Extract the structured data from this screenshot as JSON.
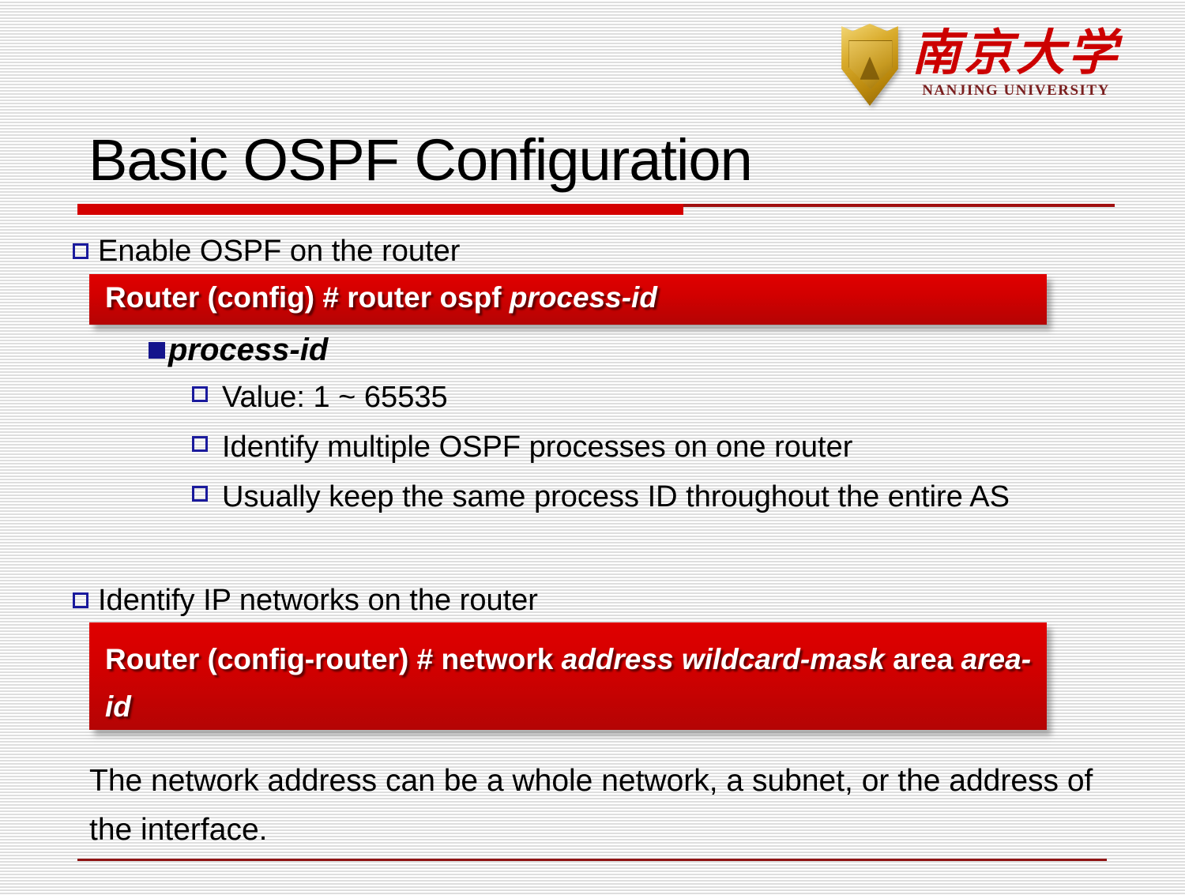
{
  "slide": {
    "title": "Basic OSPF Configuration",
    "accent_red": "#d40000",
    "bullet_blue": "#14148c"
  },
  "logo": {
    "crest_name": "nanjing-university-crest",
    "chinese_name": "南京大学",
    "english_name": "NANJING  UNIVERSITY"
  },
  "content": {
    "bullet1": "Enable OSPF on the router",
    "command1": {
      "prefix": "Router (config) # router ospf",
      "param": "process-id"
    },
    "subbullet1": "process-id",
    "subitems": [
      "Value: 1 ~ 65535",
      "Identify multiple OSPF processes on one router",
      "Usually keep the same process ID throughout the entire AS"
    ],
    "bullet2": "Identify IP networks on the router",
    "command2": {
      "part1": "Router (config-router) # network",
      "part2": "address wildcard-mask",
      "part3": "area",
      "part4": "area-id"
    },
    "footer": "The network address can be a whole network, a subnet, or the address of the interface."
  }
}
